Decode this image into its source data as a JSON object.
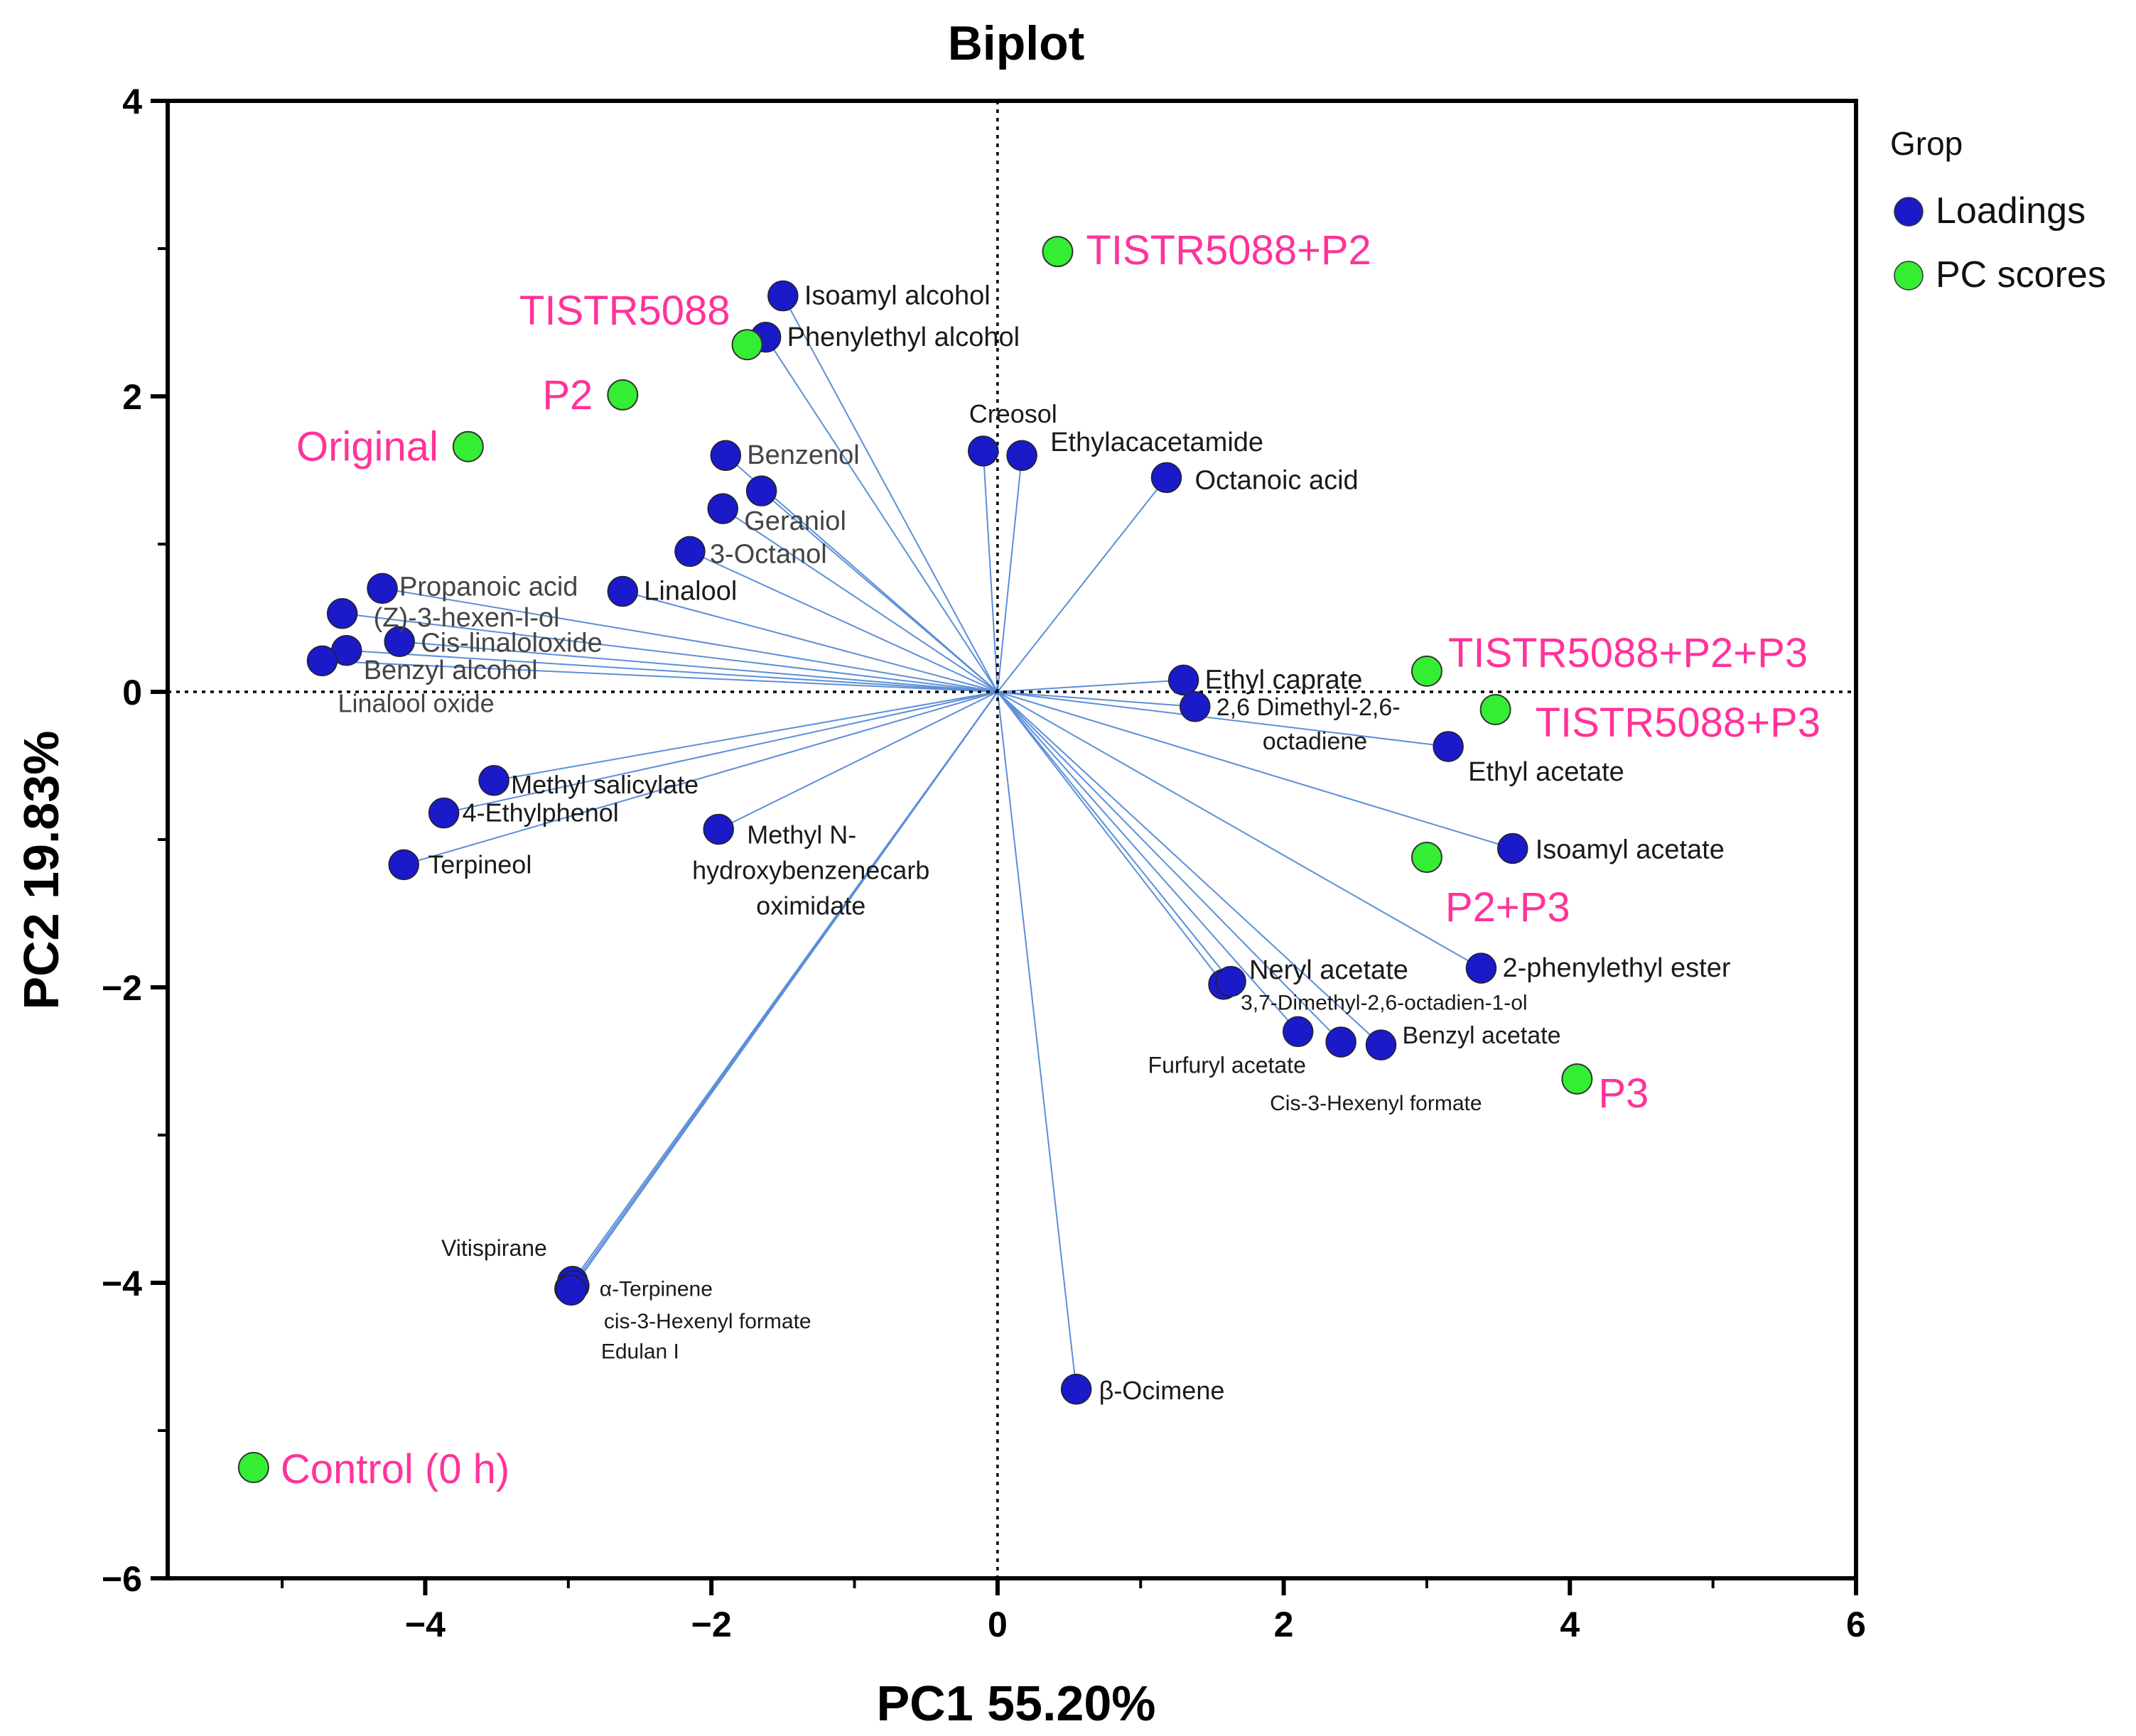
{
  "chart_data": {
    "type": "scatter",
    "title": "Biplot",
    "xlabel": "PC1 55.20%",
    "ylabel": "PC2 19.83%",
    "xlim": [
      -5.8,
      6
    ],
    "ylim": [
      -6,
      4
    ],
    "xticks": [
      "−4",
      "−2",
      "0",
      "2",
      "4",
      "6"
    ],
    "xtick_values": [
      -4,
      -2,
      0,
      2,
      4,
      6
    ],
    "yticks": [
      "4",
      "2",
      "0",
      "−2",
      "−4",
      "−6"
    ],
    "ytick_values": [
      4,
      2,
      0,
      -2,
      -4,
      -6
    ],
    "zero_lines": true,
    "legend": {
      "title": "Grop",
      "position": "right-top",
      "entries": [
        {
          "label": "Loadings",
          "color": "#1a1ac8"
        },
        {
          "label": "PC scores",
          "color": "#33ee33"
        }
      ]
    },
    "colors": {
      "loadings": "#1a1ac8",
      "scores": "#33ee33",
      "score_label": "#ff3399",
      "vector": "#5b8fd8",
      "label": "#1a1a1a",
      "label_grey": "#444444"
    },
    "series": [
      {
        "name": "Loadings",
        "points": [
          {
            "x": -1.5,
            "y": 2.68,
            "label": "Isoamyl alcohol"
          },
          {
            "x": -1.62,
            "y": 2.4,
            "label": "Phenylethyl alcohol"
          },
          {
            "x": -0.1,
            "y": 1.63,
            "label": "Creosol"
          },
          {
            "x": 0.17,
            "y": 1.6,
            "label": "Ethylacacetamide"
          },
          {
            "x": 1.18,
            "y": 1.45,
            "label": "Octanoic acid"
          },
          {
            "x": -1.9,
            "y": 1.6,
            "label": "Benzenol"
          },
          {
            "x": -1.65,
            "y": 1.36,
            "label": ""
          },
          {
            "x": -1.92,
            "y": 1.24,
            "label": "Geraniol"
          },
          {
            "x": -2.15,
            "y": 0.95,
            "label": "3-Octanol"
          },
          {
            "x": -2.62,
            "y": 0.68,
            "label": "Linalool"
          },
          {
            "x": -4.3,
            "y": 0.7,
            "label": "Propanoic acid"
          },
          {
            "x": -4.58,
            "y": 0.53,
            "label": "(Z)-3-hexen-l-ol"
          },
          {
            "x": -4.18,
            "y": 0.34,
            "label": "Cis-linaloloxide"
          },
          {
            "x": -4.55,
            "y": 0.28,
            "label": "Benzyl alcohol"
          },
          {
            "x": -4.72,
            "y": 0.21,
            "label": "Linalool oxide"
          },
          {
            "x": 1.3,
            "y": 0.08,
            "label": "Ethyl caprate"
          },
          {
            "x": 1.38,
            "y": -0.1,
            "label": "2,6 Dimethyl-2,6-octadiene"
          },
          {
            "x": 3.15,
            "y": -0.37,
            "label": "Ethyl acetate"
          },
          {
            "x": -3.52,
            "y": -0.6,
            "label": "Methyl salicylate"
          },
          {
            "x": -3.87,
            "y": -0.82,
            "label": "4-Ethylphenol"
          },
          {
            "x": -4.15,
            "y": -1.17,
            "label": "Terpineol"
          },
          {
            "x": -1.95,
            "y": -0.93,
            "label": "Methyl N-hydroxybenzenecarboximidate"
          },
          {
            "x": 3.6,
            "y": -1.06,
            "label": "Isoamyl acetate"
          },
          {
            "x": 3.38,
            "y": -1.87,
            "label": "2-phenylethyl ester"
          },
          {
            "x": 1.58,
            "y": -1.98,
            "label": "Neryl acetate"
          },
          {
            "x": 1.63,
            "y": -1.96,
            "label": "3,7-Dimethyl-2,6-octadien-1-ol"
          },
          {
            "x": 2.1,
            "y": -2.3,
            "label": "Furfuryl acetate"
          },
          {
            "x": 2.4,
            "y": -2.37,
            "label": "Cis-3-Hexenyl formate"
          },
          {
            "x": 2.68,
            "y": -2.39,
            "label": "Benzyl acetate"
          },
          {
            "x": -2.97,
            "y": -3.99,
            "label": "Vitispirane"
          },
          {
            "x": -2.99,
            "y": -4.04,
            "label": "α-Terpinene"
          },
          {
            "x": -2.96,
            "y": -4.02,
            "label": "cis-3-Hexenyl formate"
          },
          {
            "x": -2.98,
            "y": -4.05,
            "label": "Edulan I"
          },
          {
            "x": 0.55,
            "y": -4.72,
            "label": "β-Ocimene"
          }
        ]
      },
      {
        "name": "PC scores",
        "points": [
          {
            "x": 0.42,
            "y": 2.98,
            "label": "TISTR5088+P2"
          },
          {
            "x": -1.75,
            "y": 2.35,
            "label": "TISTR5088"
          },
          {
            "x": -2.62,
            "y": 2.01,
            "label": "P2"
          },
          {
            "x": -3.7,
            "y": 1.66,
            "label": "Original"
          },
          {
            "x": 3.0,
            "y": 0.14,
            "label": "TISTR5088+P2+P3"
          },
          {
            "x": 3.48,
            "y": -0.12,
            "label": "TISTR5088+P3"
          },
          {
            "x": 3.0,
            "y": -1.12,
            "label": "P2+P3"
          },
          {
            "x": 4.05,
            "y": -2.62,
            "label": "P3"
          },
          {
            "x": -5.2,
            "y": -5.25,
            "label": "Control (0 h)"
          }
        ]
      }
    ]
  }
}
